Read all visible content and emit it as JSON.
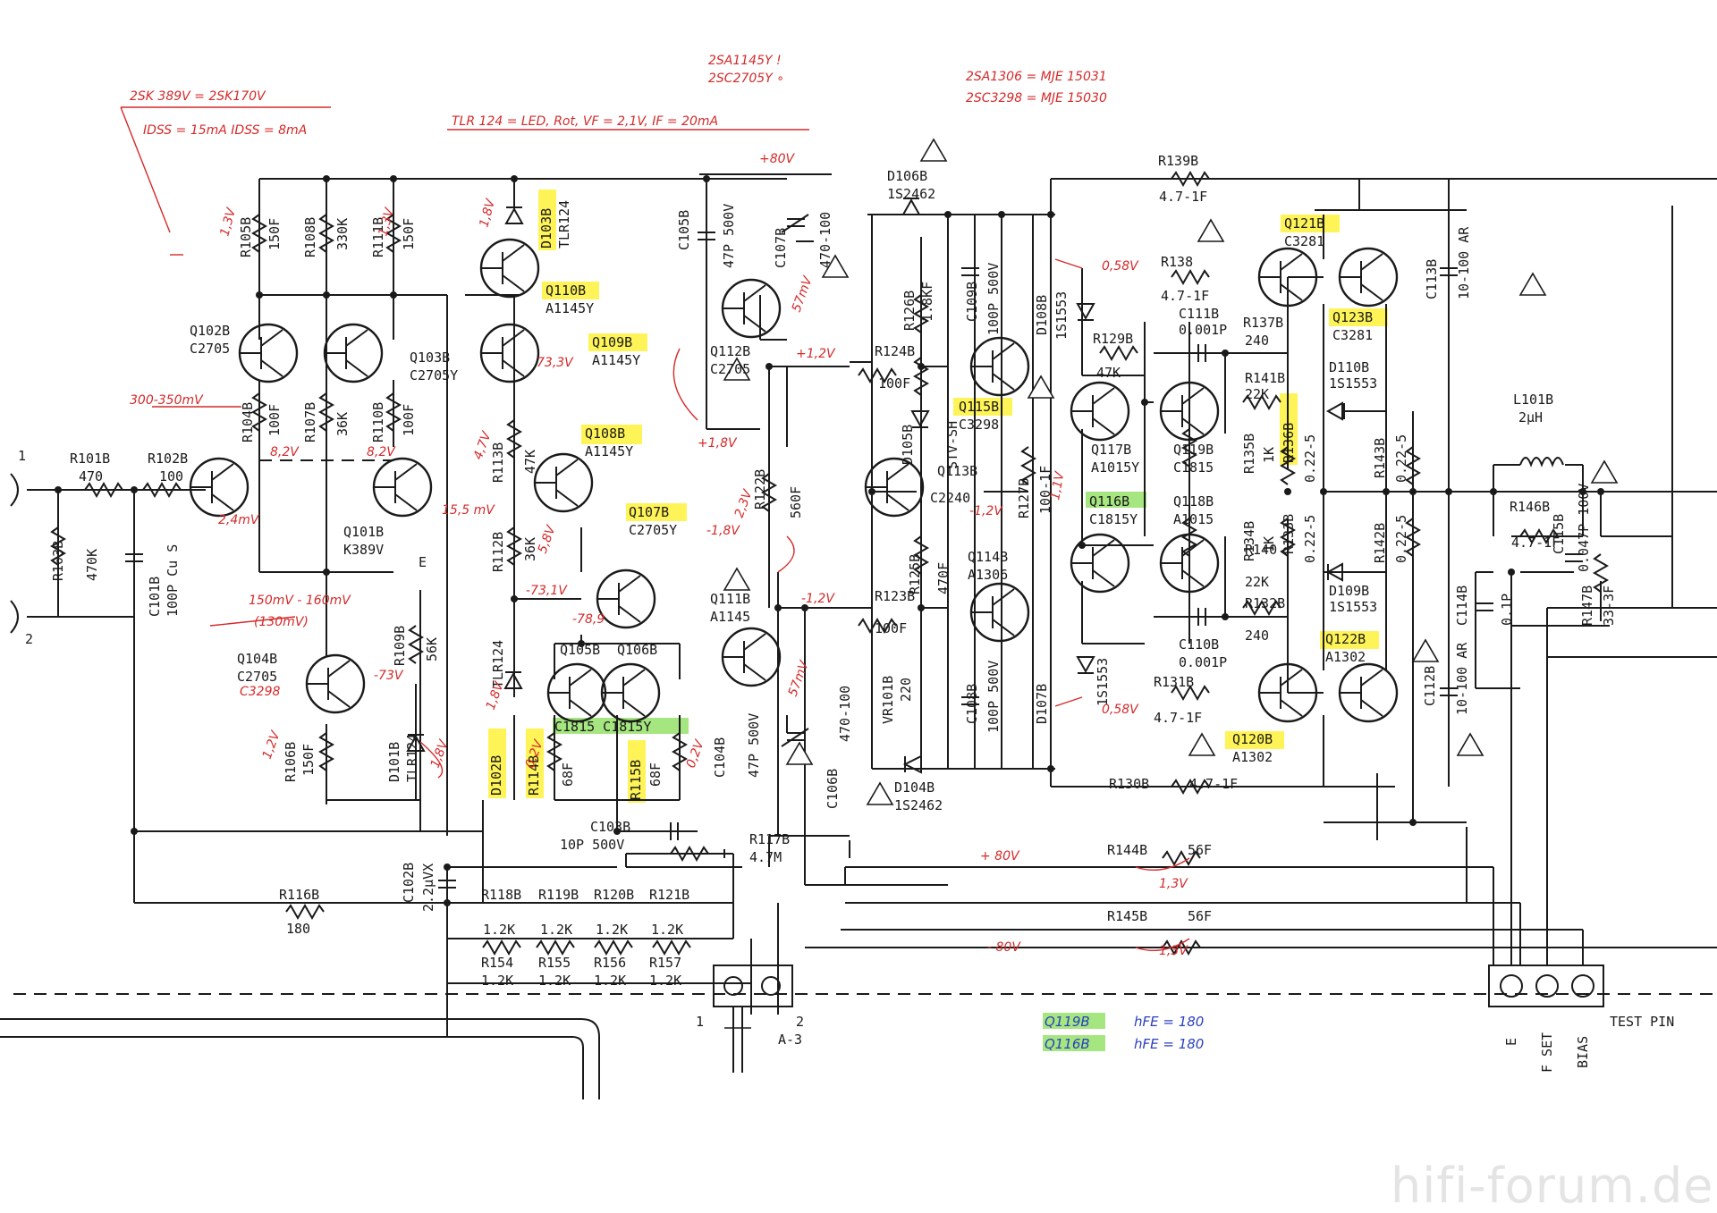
{
  "notes": {
    "fet_equiv": "2SK 389V = 2SK170V",
    "idss": "IDSS = 15mA    IDSS = 8mA",
    "tlr": "TLR 124 = LED, Rot, VF = 2,1V, IF = 20mA",
    "pnp_equiv_1": "2SA1145Y !",
    "pnp_equiv_2": "2SC2705Y ∘",
    "out_equiv_1": "2SA1306 = MJE 15031",
    "out_equiv_2": "2SC3298 = MJE 15030",
    "hfe_1_part": "Q119B",
    "hfe_1_val": "hFE = 180",
    "hfe_2_part": "Q116B",
    "hfe_2_val": "hFE = 180"
  },
  "components": {
    "r105b": {
      "ref": "R105B",
      "val": "150F"
    },
    "r108b": {
      "ref": "R108B",
      "val": "330K"
    },
    "r111b": {
      "ref": "R111B",
      "val": "150F"
    },
    "d103b": {
      "ref": "D103B",
      "val": "TLR124"
    },
    "q110b": {
      "ref": "Q110B",
      "val": "A1145Y"
    },
    "q109b": {
      "ref": "Q109B",
      "val": "A1145Y"
    },
    "q108b": {
      "ref": "Q108B",
      "val": "A1145Y"
    },
    "q107b": {
      "ref": "Q107B",
      "val": "C2705Y"
    },
    "q102b": {
      "ref": "Q102B",
      "val": "C2705"
    },
    "q103b": {
      "ref": "Q103B",
      "val": "C2705Y"
    },
    "r104b": {
      "ref": "R104B",
      "val": "100F"
    },
    "r107b": {
      "ref": "R107B",
      "val": "36K"
    },
    "r110b": {
      "ref": "R110B",
      "val": "100F"
    },
    "r113b": {
      "ref": "R113B",
      "val": "47K"
    },
    "r101b": {
      "ref": "R101B",
      "val": "470"
    },
    "r102b": {
      "ref": "R102B",
      "val": "100"
    },
    "r103b": {
      "ref": "R103B",
      "val": "470K"
    },
    "c101b": {
      "ref": "C101B",
      "val": "100P Cu S"
    },
    "q101b": {
      "ref": "Q101B",
      "val": "K389V"
    },
    "r112b": {
      "ref": "R112B",
      "val": "36K"
    },
    "q104b": {
      "ref": "Q104B",
      "val": "C2705"
    },
    "q104b_alt": "C3298",
    "r109b": {
      "ref": "R109B",
      "val": "56K"
    },
    "r106b": {
      "ref": "R106B",
      "val": "150F"
    },
    "d101b": {
      "ref": "D101B",
      "val": "TLR124"
    },
    "tlr124_mid": "TLR124",
    "q105b": "Q105B",
    "q106b": "Q106B",
    "c1815_pair": "C1815 C1815Y",
    "d102b": "D102B",
    "r114b": {
      "ref": "R114B",
      "val": "68F"
    },
    "r115b": {
      "ref": "R115B",
      "val": "68F"
    },
    "c105b": {
      "ref": "C105B",
      "val": "47P 500V"
    },
    "c107b": {
      "ref": "C107B",
      "val": "470-100"
    },
    "q112b": {
      "ref": "Q112B",
      "val": "C2705"
    },
    "q111b": {
      "ref": "Q111B",
      "val": "A1145"
    },
    "r122b": {
      "ref": "R122B",
      "val": "560F"
    },
    "c104b": {
      "ref": "C104B",
      "val": "47P 500V"
    },
    "c106b": {
      "ref": "C106B",
      "val": "470-100"
    },
    "c103b": {
      "ref": "C103B",
      "val": "10P 500V"
    },
    "r117b": {
      "ref": "R117B",
      "val": "4.7M"
    },
    "c102b": {
      "ref": "C102B",
      "val": "2.2µVX"
    },
    "r116b": {
      "ref": "R116B",
      "val": "180"
    },
    "r118b": {
      "ref": "R118B",
      "val": "1.2K"
    },
    "r119b": {
      "ref": "R119B",
      "val": "1.2K"
    },
    "r120b": {
      "ref": "R120B",
      "val": "1.2K"
    },
    "r121b": {
      "ref": "R121B",
      "val": "1.2K"
    },
    "r154": {
      "ref": "R154",
      "val": "1.2K"
    },
    "r155": {
      "ref": "R155",
      "val": "1.2K"
    },
    "r156": {
      "ref": "R156",
      "val": "1.2K"
    },
    "r157": {
      "ref": "R157",
      "val": "1.2K"
    },
    "d106b": {
      "ref": "D106B",
      "val": "1S2462"
    },
    "r126b": {
      "ref": "R126B",
      "val": "1.8KF"
    },
    "c109b": {
      "ref": "C109B",
      "val": "100P 500V"
    },
    "d108b": {
      "ref": "D108B",
      "val": "1S1553"
    },
    "r124b": {
      "ref": "R124B",
      "val": "100F"
    },
    "q115b": {
      "ref": "Q115B",
      "val": "C3298"
    },
    "d105b": {
      "ref": "D105B",
      "val": "STV-SH"
    },
    "q113b": {
      "ref": "Q113B",
      "val": "C2240"
    },
    "r127b": {
      "ref": "R127B",
      "val": "100-1F"
    },
    "r125b": {
      "ref": "R125B",
      "val": "470F"
    },
    "q114b": {
      "ref": "Q114B",
      "val": "A1306"
    },
    "r123b": {
      "ref": "R123B",
      "val": "100F"
    },
    "vr101b": {
      "ref": "VR101B",
      "val": "220"
    },
    "c108b": {
      "ref": "C108B",
      "val": "100P 500V"
    },
    "d107b": {
      "ref": "D107B",
      "val": "1S1553"
    },
    "d104b": {
      "ref": "D104B",
      "val": "1S2462"
    },
    "r139b": {
      "ref": "R139B",
      "val": "4.7-1F"
    },
    "q121b": {
      "ref": "Q121B",
      "val": "C3281"
    },
    "q123b": {
      "ref": "Q123B",
      "val": "C3281"
    },
    "r138": {
      "ref": "R138",
      "val": "4.7-1F"
    },
    "c111b": {
      "ref": "C111B",
      "val": "0.001P"
    },
    "r137b": {
      "ref": "R137B",
      "val": "240"
    },
    "r129b": {
      "ref": "R129B",
      "val": "47K"
    },
    "r141b": {
      "ref": "R141B",
      "val": "22K"
    },
    "d110b": {
      "ref": "D110B",
      "val": "1S1553"
    },
    "q117b": {
      "ref": "Q117B",
      "val": "A1015Y"
    },
    "q119b": {
      "ref": "Q119B",
      "val": "C1815"
    },
    "r135b": {
      "ref": "R135B",
      "val": "1K"
    },
    "r136b": {
      "ref": "R136B",
      "val": "0.22-5"
    },
    "r143b": {
      "ref": "R143B",
      "val": "0.22-5"
    },
    "q116b": {
      "ref": "Q116B",
      "val": "C1815Y"
    },
    "q118b": {
      "ref": "Q118B",
      "val": "A1015"
    },
    "r134b": {
      "ref": "R134B",
      "val": "1K"
    },
    "r133b": {
      "ref": "R133B",
      "val": "0.22-5"
    },
    "r142b": {
      "ref": "R142B",
      "val": "0.22-5"
    },
    "r140": {
      "ref": "R140",
      "val": "22K"
    },
    "r132b": {
      "ref": "R132B",
      "val": "240"
    },
    "c110b": {
      "ref": "C110B",
      "val": "0.001P"
    },
    "d109b": {
      "ref": "D109B",
      "val": "1S1553"
    },
    "r131b": {
      "ref": "R131B",
      "val": "4.7-1F"
    },
    "q120b": {
      "ref": "Q120B",
      "val": "A1302"
    },
    "q122b": {
      "ref": "Q122B",
      "val": "A1302"
    },
    "r130b": {
      "ref": "R130B",
      "val": "4.7-1F"
    },
    "c113b": {
      "ref": "C113B",
      "val": "10-100 AR"
    },
    "l101b": {
      "ref": "L101B",
      "val": "2µH"
    },
    "r146b": {
      "ref": "R146B",
      "val": "4.7-1F"
    },
    "c115b": {
      "ref": "C115B",
      "val": "0.047P 100V"
    },
    "r147b": {
      "ref": "R147B",
      "val": "33-3F"
    },
    "c114b": {
      "ref": "C114B",
      "val": "0.1P"
    },
    "c112b": {
      "ref": "C112B",
      "val": "10-100 AR"
    },
    "r144b": {
      "ref": "R144B",
      "val": "56F"
    },
    "r145b": {
      "ref": "R145B",
      "val": "56F"
    }
  },
  "rails": {
    "pos": "+80V",
    "pos_note": "+ 80V",
    "neg_note": "- 80V"
  },
  "connectors": {
    "in_pin1": "1",
    "in_pin2": "2",
    "a3_pin1": "1",
    "a3_pin2": "2",
    "a3": "A-3",
    "test_pins": [
      "E",
      "F SET",
      "BIAS"
    ],
    "test_label": "TEST PIN",
    "e_mark": "E"
  },
  "voltages": {
    "v1": "1,3V",
    "v2": "1,3V",
    "v3": "1,8V",
    "v4": "300-350mV",
    "v5": "8,2V",
    "v6": "8,2V",
    "v7": "2,4mV",
    "v8": "15,5 mV",
    "v9": "73,3V",
    "v10": "4,7V",
    "v11": "5,8V",
    "v12": "-73,1V",
    "v13": "-78,9",
    "v14": "-73V",
    "v15": "150mV - 160mV",
    "v16": "(130mV)",
    "v17": "1,2V",
    "v18": "1,8V",
    "v19": "1,8V",
    "v20": "0,2V",
    "v21": "0,2V",
    "v22": "+1,8V",
    "v23": "+1,2V",
    "v24": "2,3V",
    "v25": "-1,8V",
    "v26": "-1,2V",
    "v27": "57mV",
    "v28": "57mV",
    "v29": "0,58V",
    "v30": "-1,2V",
    "v31": "1,1V",
    "v32": "0,58V",
    "v33": "1,3V",
    "v34": "1,3V"
  },
  "watermark": "hifi-forum.de"
}
